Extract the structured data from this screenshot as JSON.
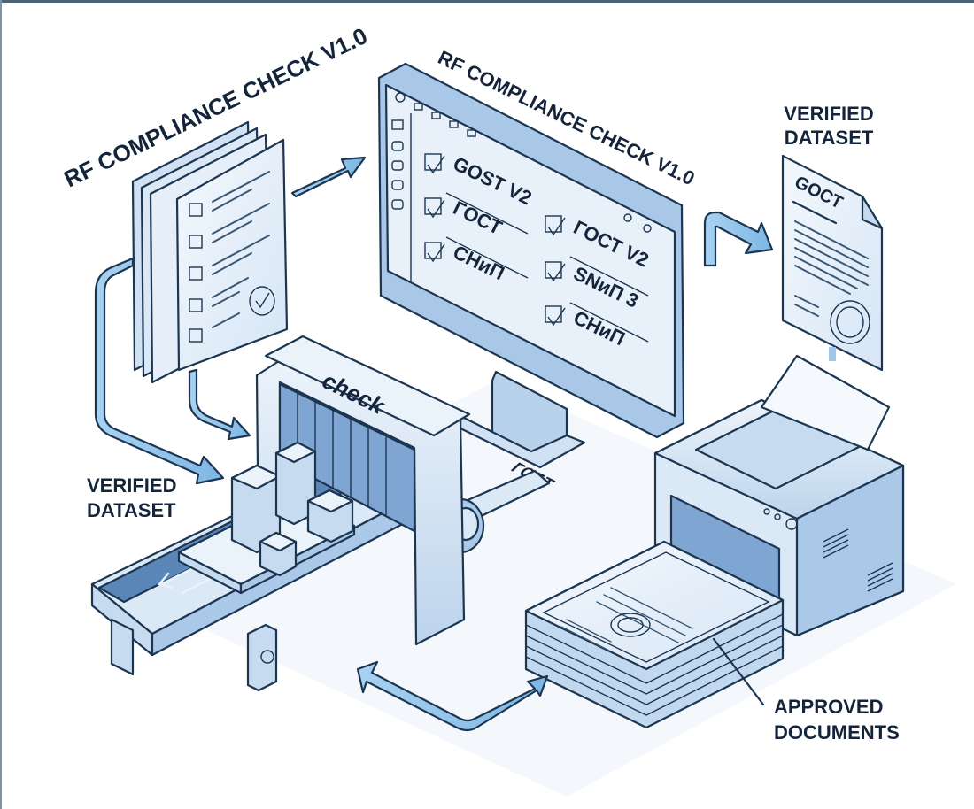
{
  "title_left": "RF COMPLIANCE CHECK V1.0",
  "title_monitor": "RF COMPLIANCE CHECK V1.0",
  "monitor": {
    "checklist_left": [
      {
        "label": "GOST V2",
        "checked": true
      },
      {
        "label": "ГОСТ",
        "checked": true
      },
      {
        "label": "СНиП",
        "checked": true
      }
    ],
    "checklist_right": [
      {
        "label": "ГОСТ V2",
        "checked": true
      },
      {
        "label": "SNиП 3",
        "checked": true
      },
      {
        "label": "СНиП",
        "checked": true
      }
    ]
  },
  "scanner_label": "check",
  "label_verified_top": [
    "VERIFIED",
    "DATASET"
  ],
  "label_verified_left": [
    "VERIFIED",
    "DATASET"
  ],
  "doc_top_title": "GOCT",
  "doc_stack_title": "ГОБТ",
  "label_approved": [
    "APPROVED",
    "DOCUMENTS"
  ],
  "colors": {
    "outline": "#1c3550",
    "light_blue": "#dbe8f6",
    "mid_blue": "#a9c8e8",
    "arrow_blue": "#8fc3ea",
    "belt_blue": "#5b86b8",
    "text": "#14243a"
  }
}
